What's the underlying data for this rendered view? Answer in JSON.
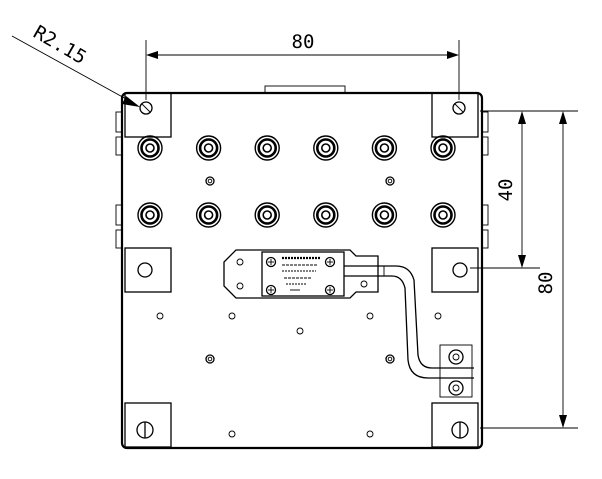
{
  "dimensions": {
    "width_label": "80",
    "height_label": "80",
    "inner_label": "40",
    "radius_label": "R2.15"
  },
  "connectors": {
    "top_row_count": 6,
    "second_row_count": 6
  },
  "colors": {
    "line": "#000000",
    "background": "#ffffff"
  }
}
